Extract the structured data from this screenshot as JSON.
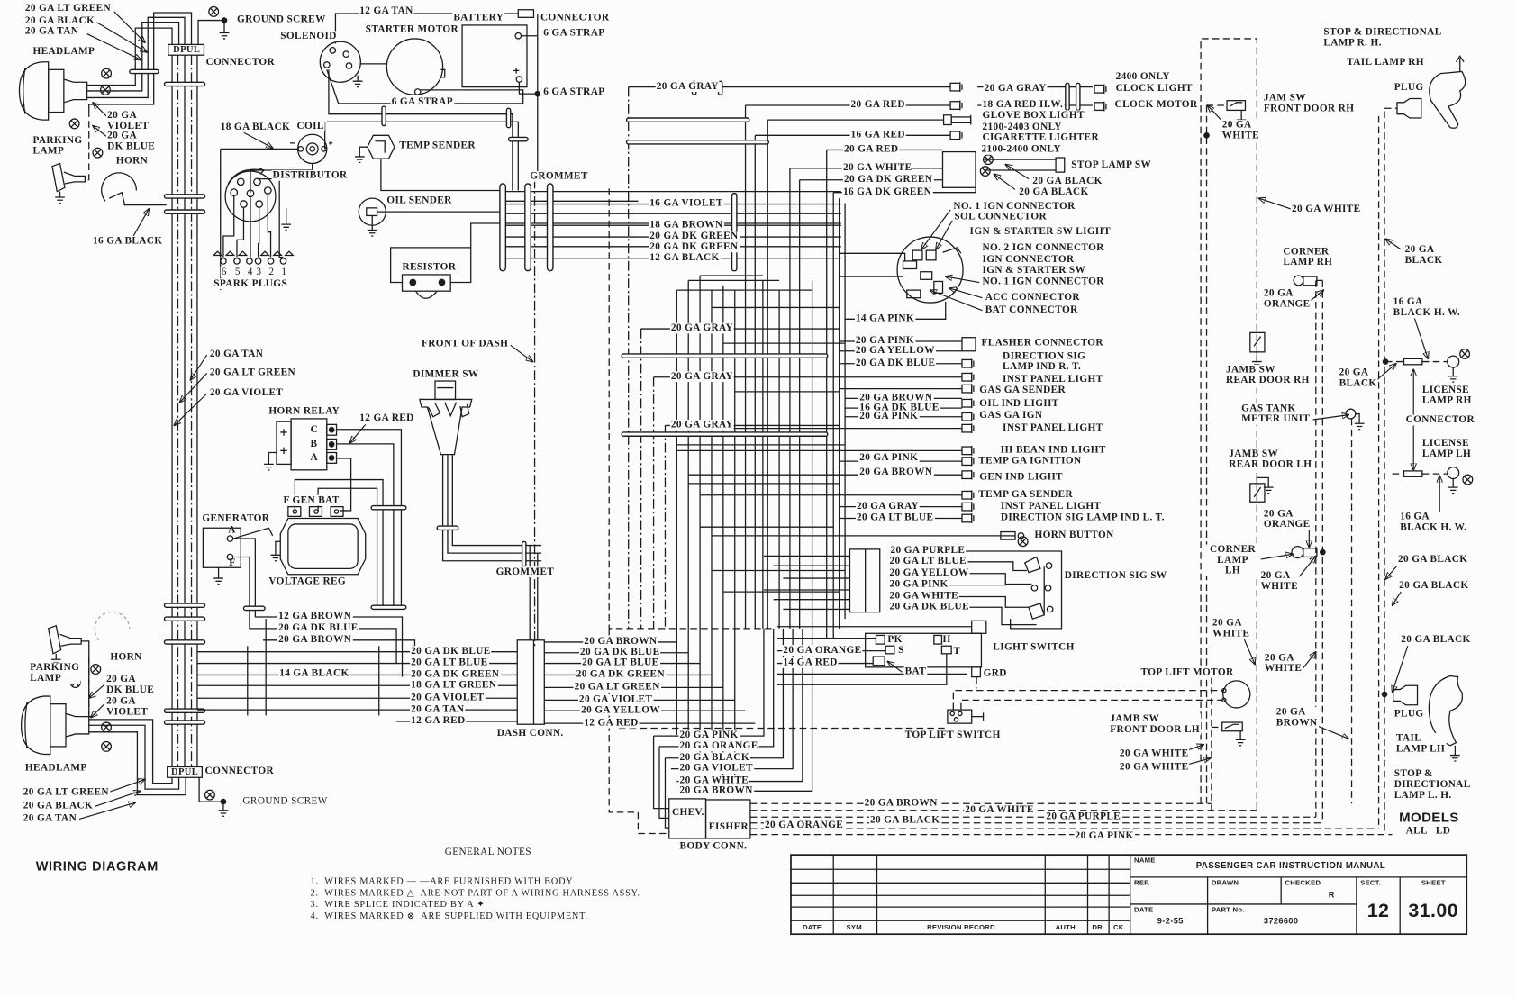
{
  "document": {
    "title": "WIRING DIAGRAM"
  },
  "front_end_upper": {
    "wire_lt_green": "20 GA LT GREEN",
    "wire_black": "20 GA BLACK",
    "wire_tan": "20 GA TAN",
    "headlamp": "HEADLAMP",
    "dpul": "DPUL",
    "connector": "CONNECTOR",
    "ground_screw": "GROUND SCREW",
    "wire_violet": "20 GA\nVIOLET",
    "wire_dk_blue": "20 GA\nDK BLUE",
    "parking_lamp": "PARKING\nLAMP",
    "horn": "HORN",
    "horn_wire": "16 GA BLACK"
  },
  "engine_compartment": {
    "solenoid": "SOLENOID",
    "solenoid_wire": "12 GA TAN",
    "battery": "BATTERY",
    "battery_connector": "CONNECTOR",
    "starter_motor": "STARTER MOTOR",
    "battery_strap_pos": "6 GA STRAP",
    "battery_strap_neg": "6 GA STRAP",
    "starter_strap": "6 GA STRAP",
    "coil_wire": "18 GA BLACK",
    "coil": "COIL",
    "temp_sender": "TEMP SENDER",
    "distributor": "DISTRIBUTOR",
    "grommet": "GROMMET",
    "oil_sender": "OIL SENDER",
    "spark_plug_numbers": [
      "6",
      "5",
      "4",
      "3",
      "2",
      "1"
    ],
    "spark_plugs": "SPARK PLUGS",
    "resistor": "RESISTOR"
  },
  "left_harness": {
    "wires": [
      "20 GA TAN",
      "20 GA LT GREEN",
      "20 GA VIOLET"
    ]
  },
  "charging_circuit": {
    "horn_relay": "HORN RELAY",
    "relay_wire": "12 GA RED",
    "relay_terminals": [
      "C",
      "B",
      "A"
    ],
    "generator": "GENERATOR",
    "generator_terminals": [
      "A",
      "F"
    ],
    "regulator_terminals": "F GEN BAT",
    "voltage_regulator": "VOLTAGE REG",
    "front_of_dash": "FRONT OF DASH",
    "dimmer_switch": "DIMMER SW",
    "grommet": "GROMMET",
    "wires": [
      "12 GA BROWN",
      "20 GA DK BLUE",
      "20 GA BROWN",
      "14 GA BLACK"
    ]
  },
  "firewall_wires": [
    "16 GA VIOLET",
    "18 GA BROWN",
    "20 GA DK GREEN",
    "20 GA DK GREEN",
    "12 GA BLACK"
  ],
  "gray_wires": [
    "20 GA GRAY",
    "20 GA GRAY",
    "20 GA GRAY",
    "20 GA GRAY"
  ],
  "accessories": {
    "clock_gray_wire": "20 GA GRAY",
    "red_wire": "20 GA RED",
    "clock_red_wire": "18 GA RED H.W.",
    "glove_box_light": "GLOVE BOX LIGHT",
    "glove_box_models": "2100-2403 ONLY",
    "lighter_wire": "16 GA RED",
    "cigarette_lighter": "CIGARETTE LIGHTER",
    "lighter_models": "2100-2400 ONLY",
    "clock_models": "2400 ONLY",
    "clock_light": "CLOCK LIGHT",
    "clock_motor": "CLOCK MOTOR",
    "stop_lamp_wires": [
      "20 GA RED",
      "20 GA WHITE",
      "20 GA DK GREEN",
      "16 GA DK GREEN"
    ],
    "stop_lamp_switch": "STOP LAMP SW",
    "stop_lamp_black_wires": [
      "20 GA BLACK",
      "20 GA BLACK"
    ]
  },
  "ignition_switch": {
    "connectors": [
      "NO. 1 IGN CONNECTOR",
      "SOL CONNECTOR",
      "IGN & STARTER SW LIGHT",
      "NO. 2 IGN CONNECTOR",
      "IGN CONNECTOR",
      "IGN & STARTER SW",
      "NO. 1 IGN CONNECTOR",
      "ACC CONNECTOR",
      "BAT CONNECTOR"
    ]
  },
  "instrument_panel": {
    "wires": [
      "14 GA PINK",
      "20 GA PINK",
      "20 GA YELLOW",
      "20 GA DK BLUE",
      "20 GA BROWN",
      "16 GA DK BLUE",
      "20 GA PINK",
      "20 GA PINK",
      "20 GA BROWN",
      "20 GA GRAY",
      "20 GA LT BLUE"
    ],
    "devices": [
      "FLASHER CONNECTOR",
      "DIRECTION SIG\nLAMP IND R. T.",
      "INST PANEL LIGHT",
      "GAS GA SENDER",
      "OIL IND LIGHT",
      "GAS GA IGN",
      "INST PANEL LIGHT",
      "HI BEAN IND LIGHT",
      "TEMP GA IGNITION",
      "GEN IND LIGHT",
      "TEMP GA SENDER",
      "INST PANEL LIGHT",
      "DIRECTION SIG LAMP IND L. T.",
      "HORN BUTTON"
    ]
  },
  "direction_signal": {
    "wires": [
      "20 GA PURPLE",
      "20 GA LT BLUE",
      "20 GA YELLOW",
      "20 GA PINK",
      "20 GA WHITE",
      "20 GA DK BLUE"
    ],
    "switch": "DIRECTION SIG SW"
  },
  "light_switch": {
    "label": "LIGHT SWITCH",
    "terminals": [
      "PK",
      "S",
      "H",
      "T"
    ],
    "wires": [
      "20 GA ORANGE",
      "14 GA RED"
    ],
    "bat": "BAT",
    "grd": "GRD",
    "top_lift_switch": "TOP LIFT SWITCH"
  },
  "dash_connector": {
    "label": "DASH CONN.",
    "front_wires": [
      "20 GA DK BLUE",
      "20 GA LT BLUE",
      "20 GA DK GREEN",
      "18 GA LT GREEN",
      "20 GA VIOLET",
      "20 GA TAN",
      "12 GA RED"
    ],
    "dash_wires": [
      "20 GA BROWN",
      "20 GA DK BLUE",
      "20 GA LT BLUE",
      "20 GA DK GREEN",
      "20 GA LT GREEN",
      "20 GA VIOLET",
      "20 GA YELLOW",
      "12 GA RED"
    ]
  },
  "body_connector": {
    "label": "BODY CONN.",
    "chev": "CHEV.",
    "fisher": "FISHER",
    "wires": [
      "20 GA PINK",
      "20 GA ORANGE",
      "20 GA BLACK",
      "20 GA VIOLET",
      "20 GA WHITE",
      "20 GA BROWN"
    ],
    "body_wires": [
      "20 GA BROWN",
      "20 GA WHITE",
      "20 GA ORANGE",
      "20 GA BLACK",
      "20 GA PURPLE",
      "20 GA PINK"
    ]
  },
  "front_end_lower": {
    "horn": "HORN",
    "parking_lamp": "PARKING\nLAMP",
    "wire_dk_blue": "20 GA\nDK BLUE",
    "wire_violet": "20 GA\nVIOLET",
    "headlamp": "HEADLAMP",
    "dpul": "DPUL",
    "connector": "CONNECTOR",
    "wire_lt_green": "20 GA LT GREEN",
    "wire_black": "20 GA BLACK",
    "wire_tan": "20 GA TAN",
    "ground_screw": "GROUND SCREW"
  },
  "rear_body": {
    "stop_lamp_rh": "STOP & DIRECTIONAL\nLAMP R. H.",
    "tail_lamp_rh": "TAIL LAMP RH",
    "plug_rh": "PLUG",
    "jam_sw_front_rh": "JAM SW\nFRONT DOOR RH",
    "jam_sw_wire": "20 GA\nWHITE",
    "white_wire": "20 GA WHITE",
    "black_wire_rh": "20 GA\nBLACK",
    "corner_lamp_rh": "CORNER\nLAMP RH",
    "corner_rh_wire": "20 GA\nORANGE",
    "license_rh_wire": "16 GA\nBLACK H. W.",
    "jamb_sw_rear_rh": "JAMB SW\nREAR DOOR RH",
    "license_black_wire": "20 GA\nBLACK",
    "license_lamp_rh": "LICENSE\nLAMP RH",
    "gas_tank": "GAS TANK\nMETER UNIT",
    "license_connector": "CONNECTOR",
    "license_lamp_lh": "LICENSE\nLAMP LH",
    "jamb_sw_rear_lh": "JAMB SW\nREAR DOOR LH",
    "corner_lh_wire": "20 GA\nORANGE",
    "license_lh_wire": "16 GA\nBLACK H. W.",
    "corner_lamp_lh": "CORNER\nLAMP\nLH",
    "black_wire_1": "20 GA BLACK",
    "corner_lh_white": "20 GA\nWHITE",
    "black_wire_2": "20 GA BLACK",
    "white_wire_2": "20 GA\nWHITE",
    "black_wire_3": "20 GA BLACK",
    "white_wire_3": "20 GA\nWHITE",
    "top_lift_motor": "TOP LIFT MOTOR",
    "brown_wire": "20 GA\nBROWN",
    "plug_lh": "PLUG",
    "jamb_sw_front_lh": "JAMB SW\nFRONT DOOR LH",
    "tail_lamp_lh": "TAIL\nLAMP LH",
    "front_lh_wires": [
      "20 GA WHITE",
      "20 GA WHITE"
    ],
    "stop_lamp_lh": "STOP &\nDIRECTIONAL\nLAMP L. H.",
    "models_label": "MODELS",
    "models_value": "ALL   LD"
  },
  "general_notes": {
    "heading": "GENERAL NOTES",
    "items": [
      "1.  WIRES MARKED — —ARE FURNISHED WITH BODY",
      "2.  WIRES MARKED △  ARE NOT PART OF A WIRING HARNESS ASSY.",
      "3.  WIRE SPLICE INDICATED BY A ✦",
      "4.  WIRES MARKED ⊗  ARE SUPPLIED WITH EQUIPMENT."
    ]
  },
  "title_block": {
    "revision_headers": [
      "DATE",
      "SYM.",
      "REVISION RECORD",
      "AUTH.",
      "DR.",
      "CK."
    ],
    "name_label": "NAME",
    "name": "PASSENGER CAR INSTRUCTION MANUAL",
    "ref_label": "REF.",
    "drawn_label": "DRAWN",
    "checked_label": "CHECKED",
    "checked": "R",
    "sect_label": "SECT.",
    "sect": "12",
    "sheet_label": "SHEET",
    "sheet": "31.00",
    "date_label": "DATE",
    "date": "9-2-55",
    "part_label": "PART No.",
    "part": "3726600"
  }
}
